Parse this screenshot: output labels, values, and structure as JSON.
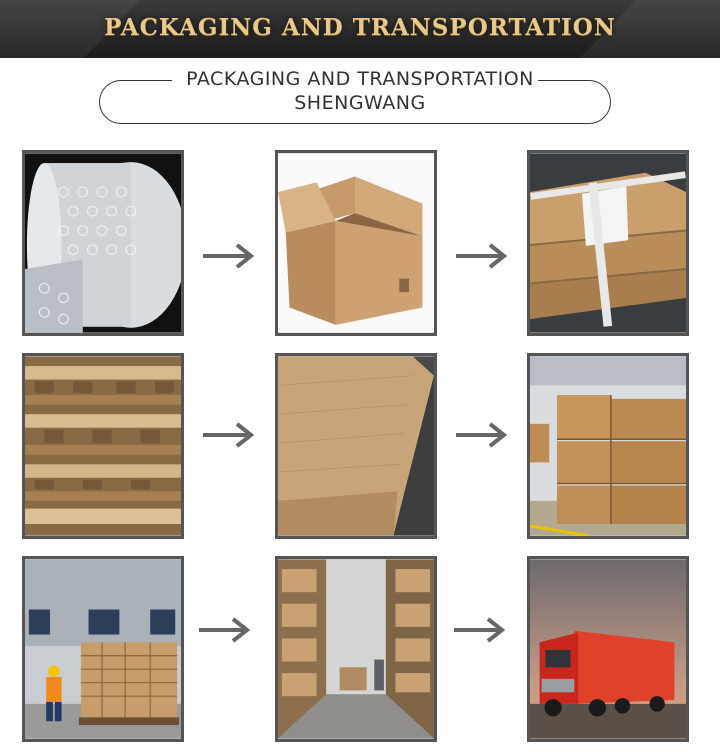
{
  "banner": {
    "title": "PACKAGING AND TRANSPORTATION"
  },
  "subtitle": {
    "line1": "PACKAGING AND TRANSPORTATION",
    "line2": "SHENGWANG"
  },
  "colors": {
    "banner_text": "#e8c98a",
    "frame": "#555555",
    "arrow": "#666666"
  },
  "tiles": [
    {
      "icon": "bubble-wrap-roll-icon"
    },
    {
      "icon": "cardboard-box-icon"
    },
    {
      "icon": "strapped-board-pallet-icon"
    },
    {
      "icon": "stacked-lumber-icon"
    },
    {
      "icon": "plywood-sheets-icon"
    },
    {
      "icon": "crate-warehouse-icon"
    },
    {
      "icon": "loading-worker-icon"
    },
    {
      "icon": "warehouse-aisle-icon"
    },
    {
      "icon": "red-truck-icon"
    }
  ]
}
